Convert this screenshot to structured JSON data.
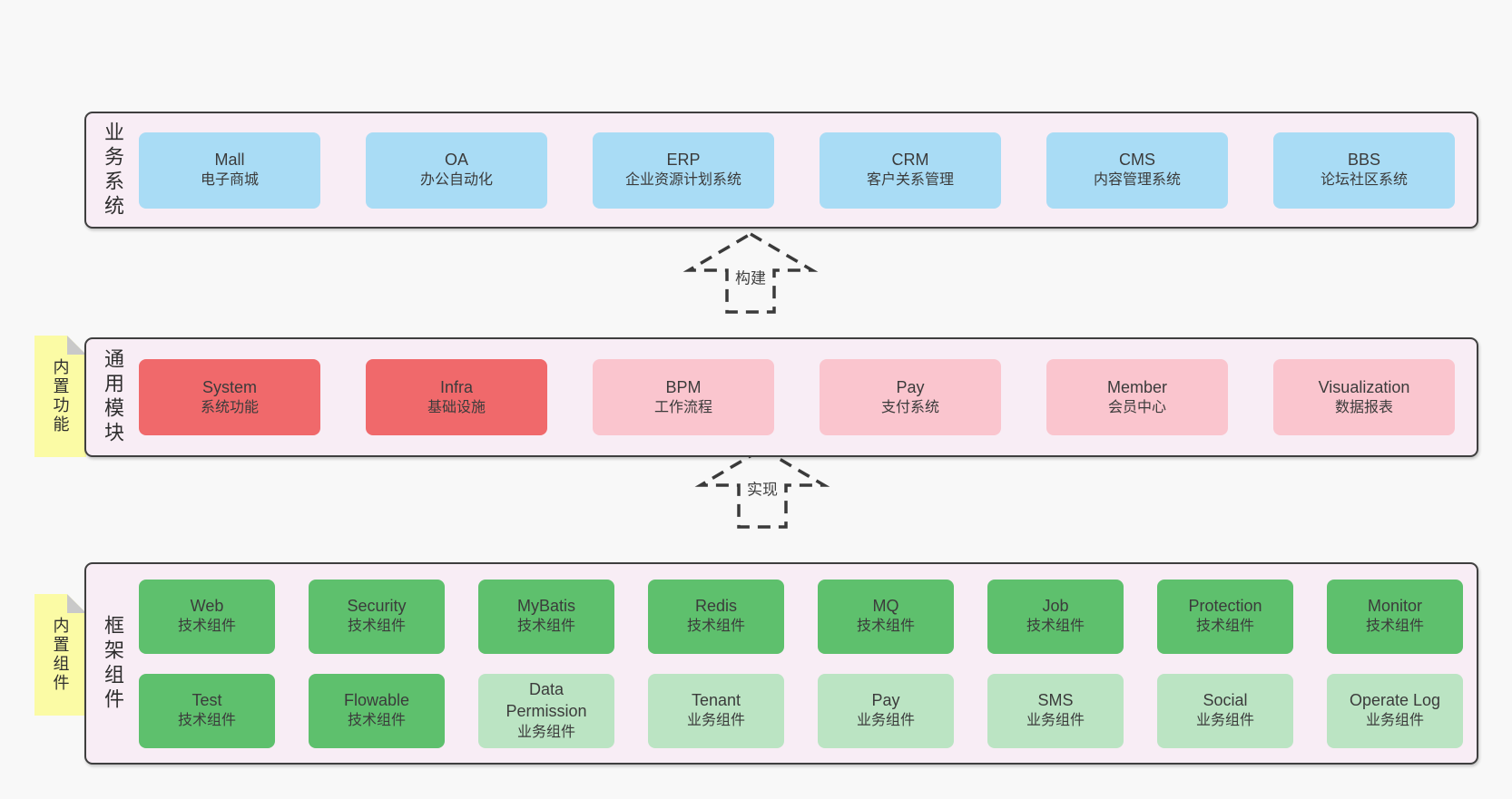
{
  "colors": {
    "page_background": "#f8f8f8",
    "layer_background": "#f8edf5",
    "layer_border": "#3f3f3f",
    "business_system_box": "#a9dcf5",
    "core_module_box": "#f0696b",
    "optional_module_box": "#fac5ce",
    "tech_component_box": "#5ec06d",
    "biz_component_box": "#bbe4c3",
    "sticky_note": "#fbfba5"
  },
  "arrows": [
    {
      "label": "构建"
    },
    {
      "label": "实现"
    }
  ],
  "layers": [
    {
      "id": "business-systems",
      "side_label": "业务系统",
      "rows": [
        [
          {
            "name": "Mall",
            "desc": "电子商城",
            "type": "blue"
          },
          {
            "name": "OA",
            "desc": "办公自动化",
            "type": "blue"
          },
          {
            "name": "ERP",
            "desc": "企业资源计划系统",
            "type": "blue"
          },
          {
            "name": "CRM",
            "desc": "客户关系管理",
            "type": "blue"
          },
          {
            "name": "CMS",
            "desc": "内容管理系统",
            "type": "blue"
          },
          {
            "name": "BBS",
            "desc": "论坛社区系统",
            "type": "blue"
          }
        ]
      ]
    },
    {
      "id": "common-modules",
      "side_label": "通用模块",
      "note": "内置功能",
      "rows": [
        [
          {
            "name": "System",
            "desc": "系统功能",
            "type": "red"
          },
          {
            "name": "Infra",
            "desc": "基础设施",
            "type": "red"
          },
          {
            "name": "BPM",
            "desc": "工作流程",
            "type": "pink"
          },
          {
            "name": "Pay",
            "desc": "支付系统",
            "type": "pink"
          },
          {
            "name": "Member",
            "desc": "会员中心",
            "type": "pink"
          },
          {
            "name": "Visualization",
            "desc": "数据报表",
            "type": "pink"
          }
        ]
      ]
    },
    {
      "id": "framework-components",
      "side_label": "框架组件",
      "note": "内置组件",
      "rows": [
        [
          {
            "name": "Web",
            "desc": "技术组件",
            "type": "green"
          },
          {
            "name": "Security",
            "desc": "技术组件",
            "type": "green"
          },
          {
            "name": "MyBatis",
            "desc": "技术组件",
            "type": "green"
          },
          {
            "name": "Redis",
            "desc": "技术组件",
            "type": "green"
          },
          {
            "name": "MQ",
            "desc": "技术组件",
            "type": "green"
          },
          {
            "name": "Job",
            "desc": "技术组件",
            "type": "green"
          },
          {
            "name": "Protection",
            "desc": "技术组件",
            "type": "green"
          },
          {
            "name": "Monitor",
            "desc": "技术组件",
            "type": "green"
          }
        ],
        [
          {
            "name": "Test",
            "desc": "技术组件",
            "type": "green"
          },
          {
            "name": "Flowable",
            "desc": "技术组件",
            "type": "green"
          },
          {
            "name": "Data Permission",
            "desc": "业务组件",
            "type": "lightgreen"
          },
          {
            "name": "Tenant",
            "desc": "业务组件",
            "type": "lightgreen"
          },
          {
            "name": "Pay",
            "desc": "业务组件",
            "type": "lightgreen"
          },
          {
            "name": "SMS",
            "desc": "业务组件",
            "type": "lightgreen"
          },
          {
            "name": "Social",
            "desc": "业务组件",
            "type": "lightgreen"
          },
          {
            "name": "Operate Log",
            "desc": "业务组件",
            "type": "lightgreen"
          }
        ]
      ]
    }
  ]
}
